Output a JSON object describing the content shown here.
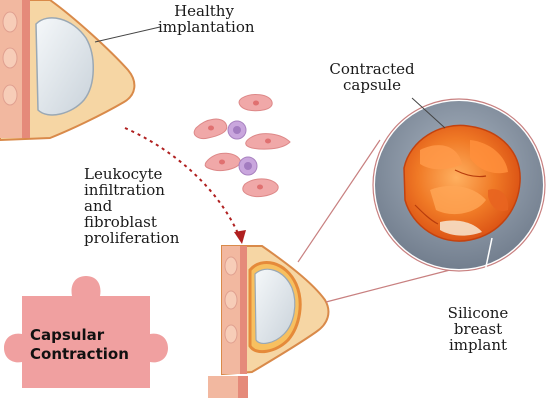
{
  "labels": {
    "healthy": [
      "Healthy",
      "implantation"
    ],
    "process": [
      "Leukocyte",
      "infiltration",
      "and",
      "fibroblast",
      "proliferation"
    ],
    "contracted": [
      "Contracted",
      "capsule"
    ],
    "implant": [
      "Silicone",
      "breast",
      "implant"
    ],
    "puzzle": [
      "Capsular",
      "Contraction"
    ]
  },
  "colors": {
    "skin": "#f4c48e",
    "skin_outline": "#d98a4a",
    "tissue": "#f6d6a4",
    "muscle": "#e58a7a",
    "rib": "#f2b8a0",
    "implant": "#dfe6ec",
    "arrow": "#b02020",
    "puzzle": "#f0a0a0",
    "capsule_orange": "#f07a26",
    "photo_bg": "#8e9aa8",
    "connector": "#c88080"
  },
  "icons": {
    "cells": "fibroblast-and-leukocyte-cells",
    "puzzle": "puzzle-piece-icon"
  }
}
